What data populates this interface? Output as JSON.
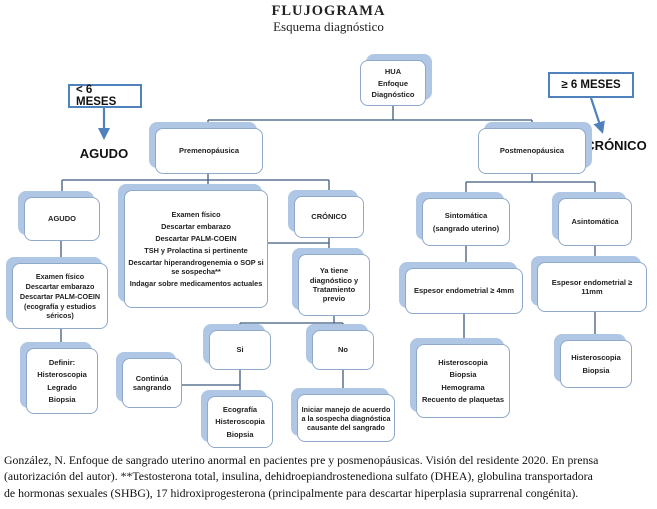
{
  "title": "FLUJOGRAMA",
  "subtitle": "Esquema diagnóstico",
  "side_labels": {
    "left_box": "< 6 MESES",
    "left_text": "AGUDO",
    "right_box": "≥ 6 MESES",
    "right_text": "CRÓNICO"
  },
  "nodes": {
    "hua": {
      "lines": [
        "HUA",
        "Enfoque",
        "Diagnóstico"
      ]
    },
    "premenopausica": {
      "label": "Premenopáusica"
    },
    "postmenopausica": {
      "label": "Postmenopáusica"
    },
    "agudo": {
      "label": "AGUDO"
    },
    "examen_premeno": {
      "lines": [
        "Examen físico",
        "Descartar embarazo",
        "Descartar PALM-COEIN",
        "TSH y Prolactina si pertinente",
        "Descartar hiperandrogenemia o SOP si se sospecha**",
        "Indagar sobre medicamentos actuales"
      ]
    },
    "cronico": {
      "label": "CRÓNICO"
    },
    "ya_tiene": {
      "label": "Ya tiene diagnóstico y Tratamiento previo"
    },
    "examen_agudo": {
      "lines": [
        "Examen físico",
        "Descartar embarazo",
        "Descartar PALM-COEIN",
        "(ecografía y estudios séricos)"
      ]
    },
    "definir": {
      "lines": [
        "Definir:",
        "Histeroscopia",
        "Legrado",
        "Biopsia"
      ]
    },
    "continua_sangrando": {
      "label": "Continúa sangrando"
    },
    "si": {
      "label": "Si"
    },
    "no": {
      "label": "No"
    },
    "ecografia": {
      "lines": [
        "Ecografía",
        "Histeroscopia",
        "Biopsia"
      ]
    },
    "iniciar_manejo": {
      "label": "Iniciar manejo de acuerdo a la sospecha diagnóstica causante del sangrado"
    },
    "sintomatica": {
      "lines": [
        "Sintomática",
        "(sangrado uterino)"
      ]
    },
    "asintomatica": {
      "label": "Asintomática"
    },
    "espesor_4mm": {
      "label": "Espesor endometrial ≥ 4mm"
    },
    "espesor_11mm": {
      "label": "Espesor endometrial ≥ 11mm"
    },
    "histeroscopia_completa": {
      "lines": [
        "Histeroscopia",
        "Biopsia",
        "Hemograma",
        "Recuento de plaquetas"
      ]
    },
    "histeroscopia_biopsia": {
      "lines": [
        "Histeroscopia",
        "Biopsia"
      ]
    }
  },
  "footer": {
    "lines": [
      "González, N. Enfoque de sangrado uterino anormal en pacientes pre y posmenopáusicas. Visión del residente 2020. En prensa",
      "(autorización del autor). **Testosterona total, insulina, dehidroepiandrostenediona sulfato (DHEA), globulina transportadora",
      "de hormonas sexuales (SHBG), 17 hidroxiprogesterona (principalmente para descartar hiperplasia suprarrenal congénita)."
    ]
  },
  "colors": {
    "node_shadow": "#afc7e5",
    "node_border": "#8fa9c8",
    "duration_border": "#4f81bd",
    "connector": "#3f5a7d",
    "arrow": "#4f81bd"
  }
}
